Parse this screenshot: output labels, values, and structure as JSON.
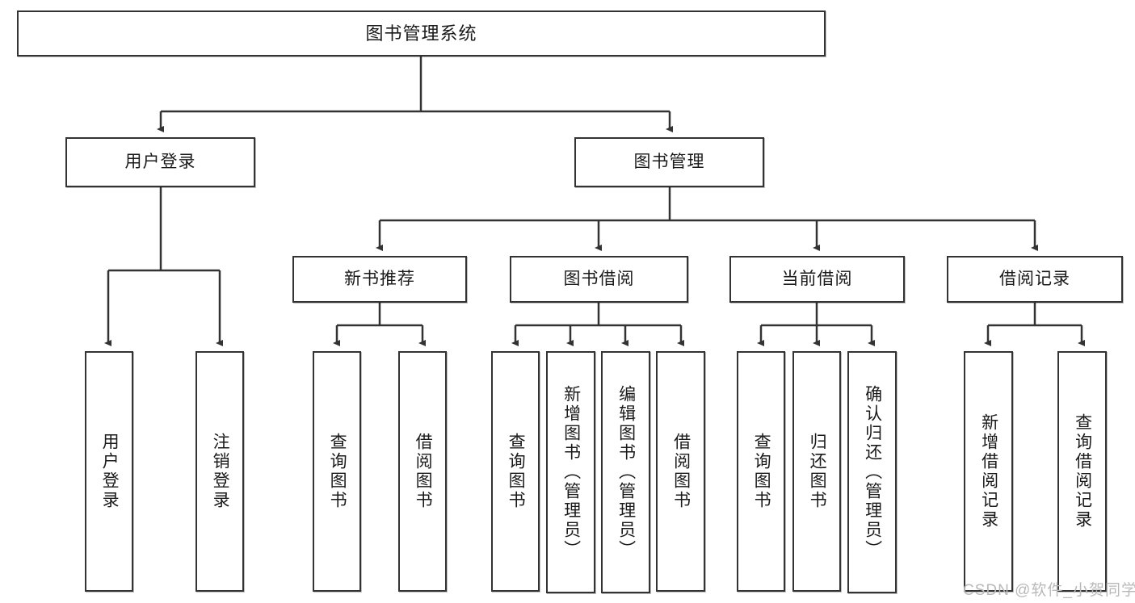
{
  "diagram": {
    "title": "图书管理系统",
    "type": "tree-hierarchy-diagram",
    "colors": {
      "node_border": "#333333",
      "node_fill": "#ffffff",
      "edge": "#333333",
      "watermark": "#b9b9b9"
    },
    "levels": {
      "root": {
        "label": "图书管理系统"
      },
      "level2": [
        {
          "label": "用户登录"
        },
        {
          "label": "图书管理"
        }
      ],
      "level3": [
        {
          "label": "新书推荐"
        },
        {
          "label": "图书借阅"
        },
        {
          "label": "当前借阅"
        },
        {
          "label": "借阅记录"
        }
      ],
      "leaves": [
        {
          "label": "用户登录",
          "parent": "用户登录"
        },
        {
          "label": "注销登录",
          "parent": "用户登录"
        },
        {
          "label": "查询图书",
          "parent": "新书推荐"
        },
        {
          "label": "借阅图书",
          "parent": "新书推荐"
        },
        {
          "label": "查询图书",
          "parent": "图书借阅"
        },
        {
          "label": "新增图书（管理员）",
          "parent": "图书借阅"
        },
        {
          "label": "编辑图书（管理员）",
          "parent": "图书借阅"
        },
        {
          "label": "借阅图书",
          "parent": "图书借阅"
        },
        {
          "label": "查询图书",
          "parent": "当前借阅"
        },
        {
          "label": "归还图书",
          "parent": "当前借阅"
        },
        {
          "label": "确认归还（管理员）",
          "parent": "当前借阅"
        },
        {
          "label": "新增借阅记录",
          "parent": "借阅记录"
        },
        {
          "label": "查询借阅记录",
          "parent": "借阅记录"
        }
      ]
    }
  },
  "watermark": {
    "text": "CSDN @软件_小贺同学"
  }
}
